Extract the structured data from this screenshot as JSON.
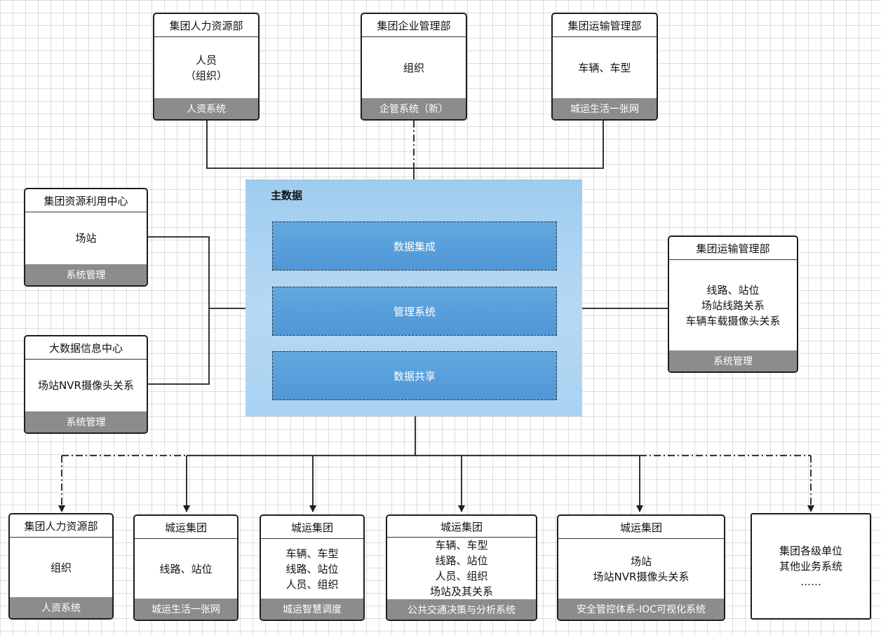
{
  "top_sources": [
    {
      "header": "集团人力资源部",
      "lines": [
        "人员",
        "（组织）"
      ],
      "footer": "人资系统"
    },
    {
      "header": "集团企业管理部",
      "lines": [
        "组织"
      ],
      "footer": "企管系统（新）"
    },
    {
      "header": "集团运输管理部",
      "lines": [
        "车辆、车型"
      ],
      "footer": "城运生活一张网"
    }
  ],
  "left_sources": [
    {
      "header": "集团资源利用中心",
      "lines": [
        "场站"
      ],
      "footer": "系统管理"
    },
    {
      "header": "大数据信息中心",
      "lines": [
        "场站NVR摄像头关系"
      ],
      "footer": "系统管理"
    }
  ],
  "right_source": {
    "header": "集团运输管理部",
    "lines": [
      "线路、站位",
      "场站线路关系",
      "车辆车载摄像头关系"
    ],
    "footer": "系统管理"
  },
  "master_data": {
    "title": "主数据",
    "modules": [
      "数据集成",
      "管理系统",
      "数据共享"
    ]
  },
  "consumers": [
    {
      "header": "集团人力资源部",
      "lines": [
        "组织"
      ],
      "footer": "人资系统"
    },
    {
      "header": "城运集团",
      "lines": [
        "线路、站位"
      ],
      "footer": "城运生活一张网"
    },
    {
      "header": "城运集团",
      "lines": [
        "车辆、车型",
        "线路、站位",
        "人员、组织"
      ],
      "footer": "城运智慧调度"
    },
    {
      "header": "城运集团",
      "lines": [
        "车辆、车型",
        "线路、站位",
        "人员、组织",
        "场站及其关系"
      ],
      "footer": "公共交通决策与分析系统"
    },
    {
      "header": "城运集团",
      "lines": [
        "场站",
        "场站NVR摄像头关系"
      ],
      "footer": "安全管控体系-IOC可视化系统"
    }
  ],
  "other_systems": {
    "lines": [
      "集团各级单位",
      "其他业务系统",
      "……"
    ]
  },
  "colors": {
    "line": "#1e1e1e",
    "footer": "#8c8c8c",
    "master_bg": "#b1d6f3",
    "module_bg": "#539ad8"
  }
}
